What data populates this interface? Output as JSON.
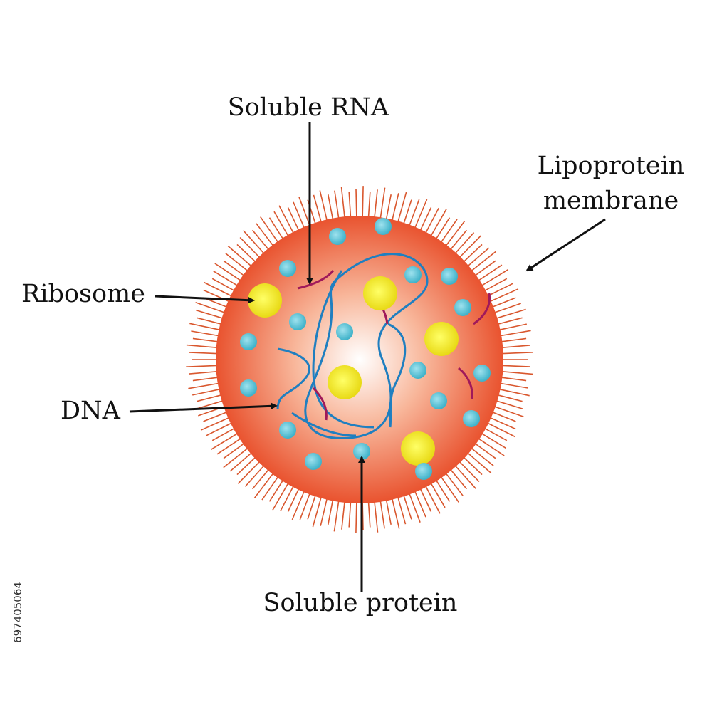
{
  "diagram": {
    "labels": {
      "soluble_rna": "Soluble RNA",
      "lipoprotein_line1": "Lipoprotein",
      "lipoprotein_line2": "membrane",
      "ribosome": "Ribosome",
      "dna": "DNA",
      "soluble_protein": "Soluble protein"
    },
    "side_id": "697405064",
    "colors": {
      "cell_outer": "#e9532f",
      "cell_inner": "#ffffff",
      "spikes": "#d9572e",
      "ribosome": "#f3e61a",
      "soluble_protein": "#58c3d6",
      "dna": "#1f7fc0",
      "rna": "#a0195a",
      "text": "#111111"
    }
  }
}
